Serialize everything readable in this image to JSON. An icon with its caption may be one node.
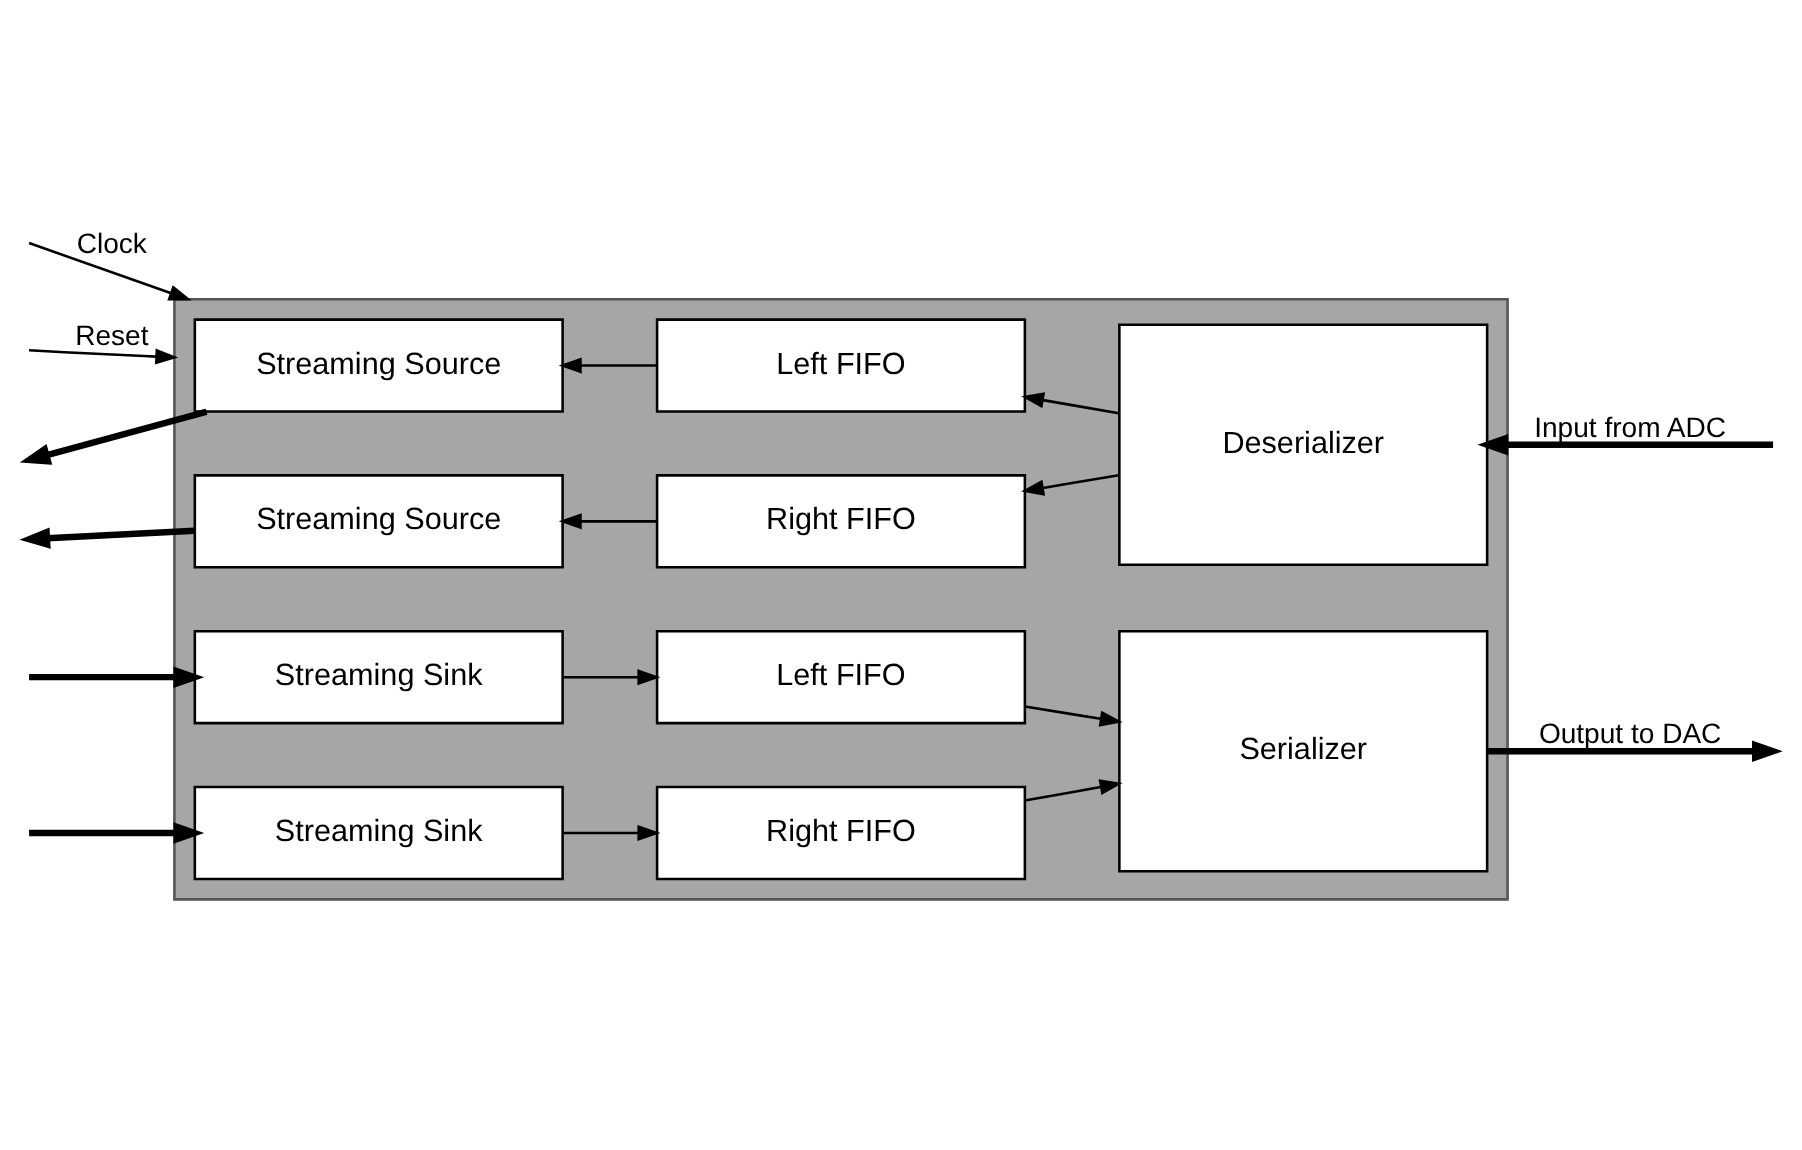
{
  "diagram": {
    "nodes": [
      {
        "text": [],
        "shape": "box"
      },
      {
        "text": [
          "Streaming Source"
        ],
        "in": 0
      },
      {
        "text": [
          "Left FIFO"
        ],
        "in": 0
      },
      {
        "text": [
          "Deserializer"
        ],
        "in": 0
      },
      {
        "text": [
          "Streaming Source"
        ],
        "in": 0
      },
      {
        "text": [
          "Right FIFO"
        ],
        "in": 0
      },
      {
        "text": [
          "Streaming Sink"
        ],
        "in": 0
      },
      {
        "text": [
          "Left FIFO"
        ],
        "in": 0
      },
      {
        "text": [
          "Serializer"
        ],
        "in": 0
      },
      {
        "text": [
          "Streaming Sink"
        ],
        "in": 0
      },
      {
        "text": [
          "Right FIFO"
        ],
        "in": 0
      }
    ],
    "edges": [
      {
        "from": null,
        "to": 0,
        "arrow": "to",
        "label": "Clock"
      },
      {
        "from": null,
        "to": 0,
        "arrow": "to",
        "label": "Reset"
      },
      {
        "from": 1,
        "to": null,
        "arrow": "to",
        "style": "thick"
      },
      {
        "from": 2,
        "to": 1,
        "arrow": "to"
      },
      {
        "from": 3,
        "to": 2,
        "arrow": "to"
      },
      {
        "from": null,
        "to": 3,
        "arrow": "to",
        "label": "Input from ADC",
        "style": "thick"
      },
      {
        "from": 4,
        "to": null,
        "arrow": "to",
        "style": "thick"
      },
      {
        "from": 5,
        "to": 4,
        "arrow": "to"
      },
      {
        "from": 3,
        "to": 5,
        "arrow": "to"
      },
      {
        "from": null,
        "to": 6,
        "arrow": "to",
        "style": "thick"
      },
      {
        "from": 6,
        "to": 7,
        "arrow": "to"
      },
      {
        "from": 7,
        "to": 8,
        "arrow": "to"
      },
      {
        "from": 8,
        "to": null,
        "arrow": "to",
        "label": "Output to DAC",
        "style": "thick"
      },
      {
        "from": null,
        "to": 9,
        "arrow": "to",
        "style": "thick"
      },
      {
        "from": 9,
        "to": 10,
        "arrow": "to"
      },
      {
        "from": 10,
        "to": 8,
        "arrow": "to"
      }
    ]
  }
}
